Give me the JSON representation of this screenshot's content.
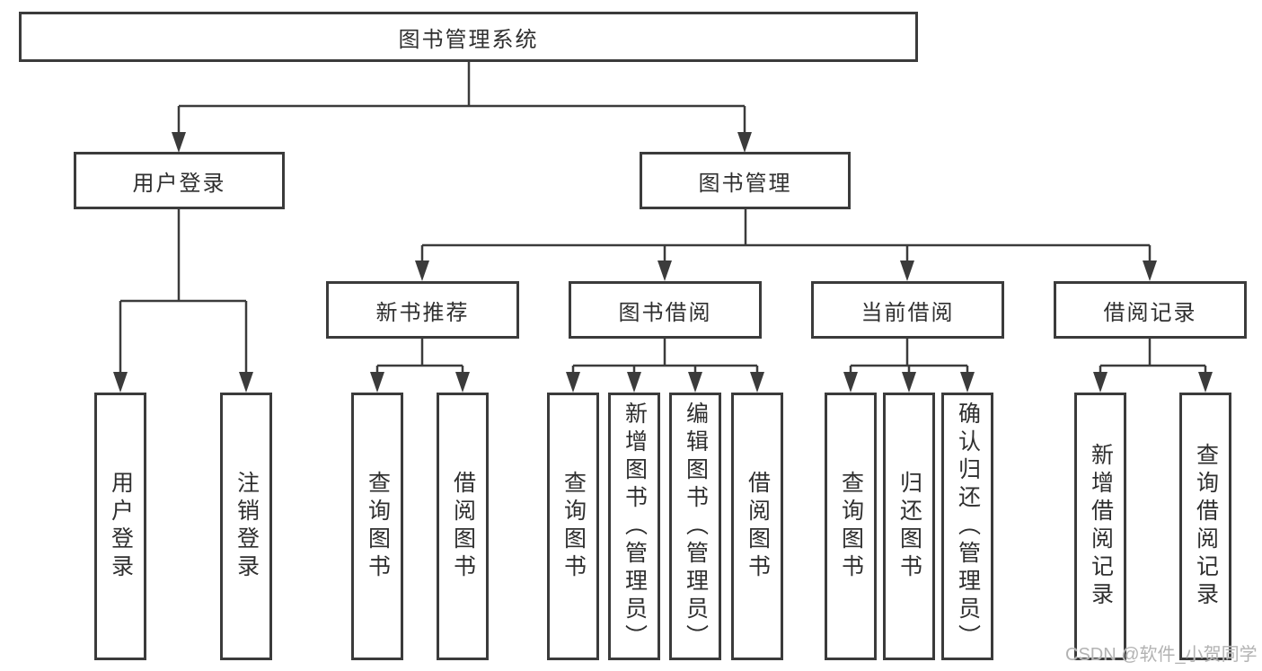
{
  "colors": {
    "line": "#3b3b3b",
    "box_border": "#3b3b3b",
    "text": "#2f2f2f",
    "background": "#ffffff",
    "watermark_text": "#b3b3b3"
  },
  "watermark": "CSDN @软件_小贺同学",
  "tree": {
    "root": {
      "label": "图书管理系统"
    },
    "branches": [
      {
        "label": "用户登录",
        "children": [
          {
            "label": "用户登录"
          },
          {
            "label": "注销登录"
          }
        ]
      },
      {
        "label": "图书管理",
        "children": [
          {
            "label": "新书推荐",
            "children": [
              {
                "label": "查询图书"
              },
              {
                "label": "借阅图书"
              }
            ]
          },
          {
            "label": "图书借阅",
            "children": [
              {
                "label": "查询图书"
              },
              {
                "label": "新增图书（管理员）"
              },
              {
                "label": "编辑图书（管理员）"
              },
              {
                "label": "借阅图书"
              }
            ]
          },
          {
            "label": "当前借阅",
            "children": [
              {
                "label": "查询图书"
              },
              {
                "label": "归还图书"
              },
              {
                "label": "确认归还（管理员）"
              }
            ]
          },
          {
            "label": "借阅记录",
            "children": [
              {
                "label": "新增借阅记录"
              },
              {
                "label": "查询借阅记录"
              }
            ]
          }
        ]
      }
    ]
  }
}
